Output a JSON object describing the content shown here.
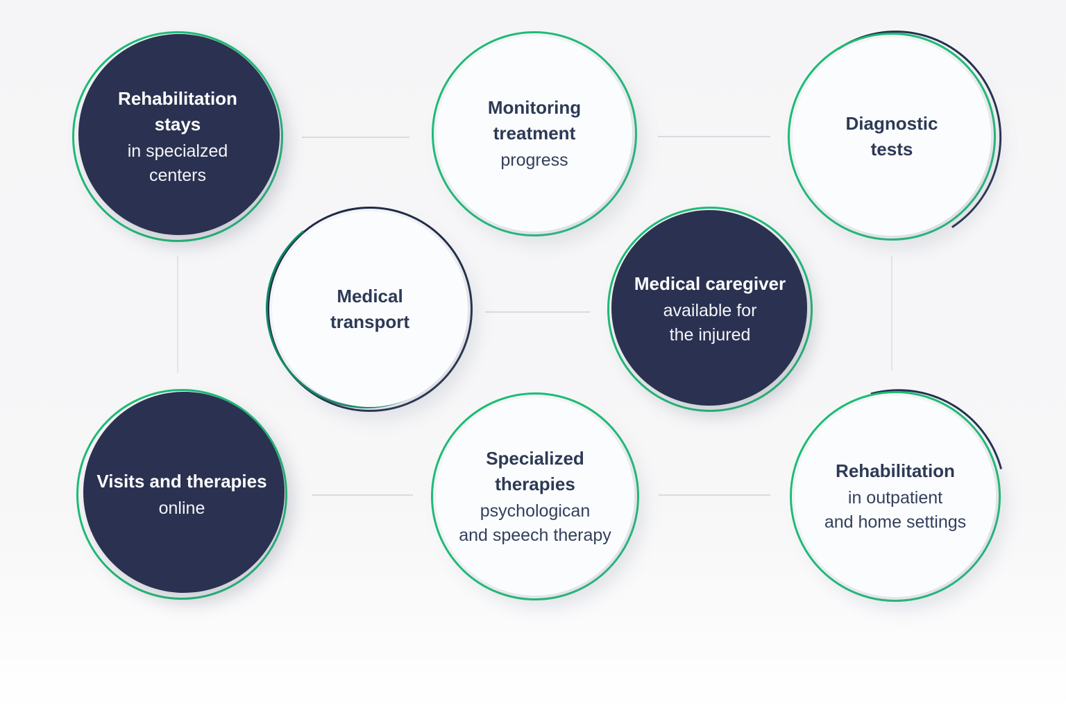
{
  "diagram": {
    "description": "Eight-circle infographic of medical and rehabilitation services connected by thin gray lines",
    "colors": {
      "accent_green": "#1cbd76",
      "navy": "#2b3150",
      "text_dark": "#2d3a56",
      "text_light": "#ffffff",
      "connector_gray": "#d9dae1",
      "background": "#f7f7f8",
      "light_circle_fill": "#fbfcfd"
    },
    "nodes": [
      {
        "id": "rehabilitation-stays",
        "title_lines": [
          "Rehabilitation",
          "stays"
        ],
        "sub_lines": [
          "in specialzed",
          "centers"
        ],
        "variant": "dark",
        "ring": "green"
      },
      {
        "id": "monitoring-treatment",
        "title_lines": [
          "Monitoring",
          "treatment"
        ],
        "sub_lines": [
          "progress"
        ],
        "variant": "light",
        "ring": "green"
      },
      {
        "id": "diagnostic-tests",
        "title_lines": [
          "Diagnostic",
          "tests"
        ],
        "sub_lines": [],
        "variant": "light",
        "ring": "green"
      },
      {
        "id": "medical-transport",
        "title_lines": [
          "Medical",
          "transport"
        ],
        "sub_lines": [],
        "variant": "light",
        "ring": "navy"
      },
      {
        "id": "medical-caregiver",
        "title_lines": [
          "Medical caregiver"
        ],
        "sub_lines": [
          "available for",
          "the injured"
        ],
        "variant": "dark",
        "ring": "green"
      },
      {
        "id": "visits-and-therapies",
        "title_lines": [
          "Visits and therapies"
        ],
        "sub_lines": [
          "online"
        ],
        "variant": "dark",
        "ring": "green"
      },
      {
        "id": "specialized-therapies",
        "title_lines": [
          "Specialized",
          "therapies"
        ],
        "sub_lines": [
          "psychologican",
          "and speech therapy"
        ],
        "variant": "light",
        "ring": "green"
      },
      {
        "id": "rehabilitation-outpatient",
        "title_lines": [
          "Rehabilitation"
        ],
        "sub_lines": [
          "in outpatient",
          "and home settings"
        ],
        "variant": "light",
        "ring": "green"
      }
    ]
  }
}
